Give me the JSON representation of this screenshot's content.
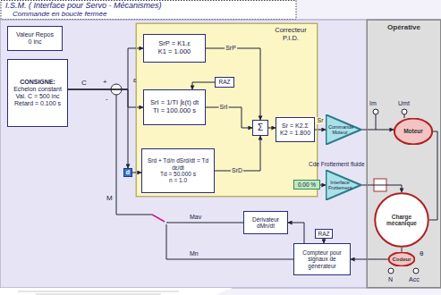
{
  "diagram": {
    "title": "I.S.M. ( Interface pour Servo - Mécanismes)",
    "nodes": [
      {
        "text": [
          "Valeur Repos",
          "0 inc"
        ]
      },
      {
        "text": [
          "CONSIGNE:",
          "Echelon constant",
          "Val. C = 500 inc",
          "Retard = 0.100 s"
        ]
      },
      {
        "text": [
          "Correcteur P.I.D."
        ]
      },
      {
        "text": [
          "SrP = K1.ε",
          "K1 = 1.000"
        ],
        "in": 2
      },
      {
        "text": [
          "SrI = 1/TI ∫ε(t) dt",
          "TI = 100.000 s"
        ],
        "in": 2
      },
      {
        "text": [
          "RAZ"
        ],
        "in": 2
      },
      {
        "text": [
          "Srd + Td/n dSrd/dt = Td dε/dt",
          "Td = 50.000 s",
          "n = 1.0"
        ],
        "in": 2
      },
      {
        "text": [
          "Σ"
        ],
        "in": 2
      },
      {
        "text": [
          "Sr = K2.Σ",
          "K2 = 1.800"
        ],
        "in": 2
      },
      {
        "text": [
          "d"
        ]
      },
      {
        "text": [
          "Commande Moteur"
        ]
      },
      {
        "text": [
          "0.00 %"
        ]
      },
      {
        "text": [
          "Interface Frottement"
        ]
      },
      {
        "text": [
          "Opérative"
        ]
      },
      {
        "text": [
          "Moteur"
        ],
        "in": 13
      },
      {
        "text": [
          "Charge mécanique"
        ],
        "in": 13
      },
      {
        "text": [
          "Codeur"
        ],
        "in": 13
      },
      {
        "text": [
          "Dérivateur",
          "dMn/dt"
        ]
      },
      {
        "text": [
          "RAZ"
        ]
      },
      {
        "text": [
          "Compteur pour signaux de générateur"
        ]
      }
    ],
    "edges": [
      {
        "from": 1,
        "to": 3,
        "arrow": "to"
      },
      {
        "from": 1,
        "to": 4,
        "arrow": "to"
      },
      {
        "from": 1,
        "to": 9,
        "arrow": "to"
      },
      {
        "from": 9,
        "to": 6,
        "arrow": "to"
      },
      {
        "from": 3,
        "to": 7,
        "label": "SrP",
        "arrow": "to"
      },
      {
        "from": 4,
        "to": 7,
        "label": "SrI",
        "arrow": "to"
      },
      {
        "from": 6,
        "to": 7,
        "label": "SrD",
        "arrow": "to"
      },
      {
        "from": 5,
        "to": 4,
        "arrow": "to"
      },
      {
        "from": 7,
        "to": 8,
        "arrow": "to"
      },
      {
        "from": 8,
        "to": 10,
        "label": "Sr",
        "arrow": "to"
      },
      {
        "from": 10,
        "to": 14,
        "arrow": "to"
      },
      {
        "from": 11,
        "to": 12,
        "arrow": "to"
      },
      {
        "from": 12,
        "to": 15,
        "arrow": "to"
      },
      {
        "from": 14,
        "to": 15,
        "arrow": "none"
      },
      {
        "from": 15,
        "to": 16,
        "arrow": "none"
      },
      {
        "from": 16,
        "to": 19,
        "arrow": "to"
      },
      {
        "from": 18,
        "to": 19,
        "arrow": "to"
      },
      {
        "from": 19,
        "to": 17,
        "arrow": "to"
      }
    ],
    "labels": [
      "Commande en boucle fermée",
      "C",
      "+",
      "-",
      "ε",
      "M",
      "Mav",
      "Mn",
      "Im",
      "Umt",
      "Cde Frottement fluide",
      "θ",
      "N",
      "Acc"
    ]
  }
}
